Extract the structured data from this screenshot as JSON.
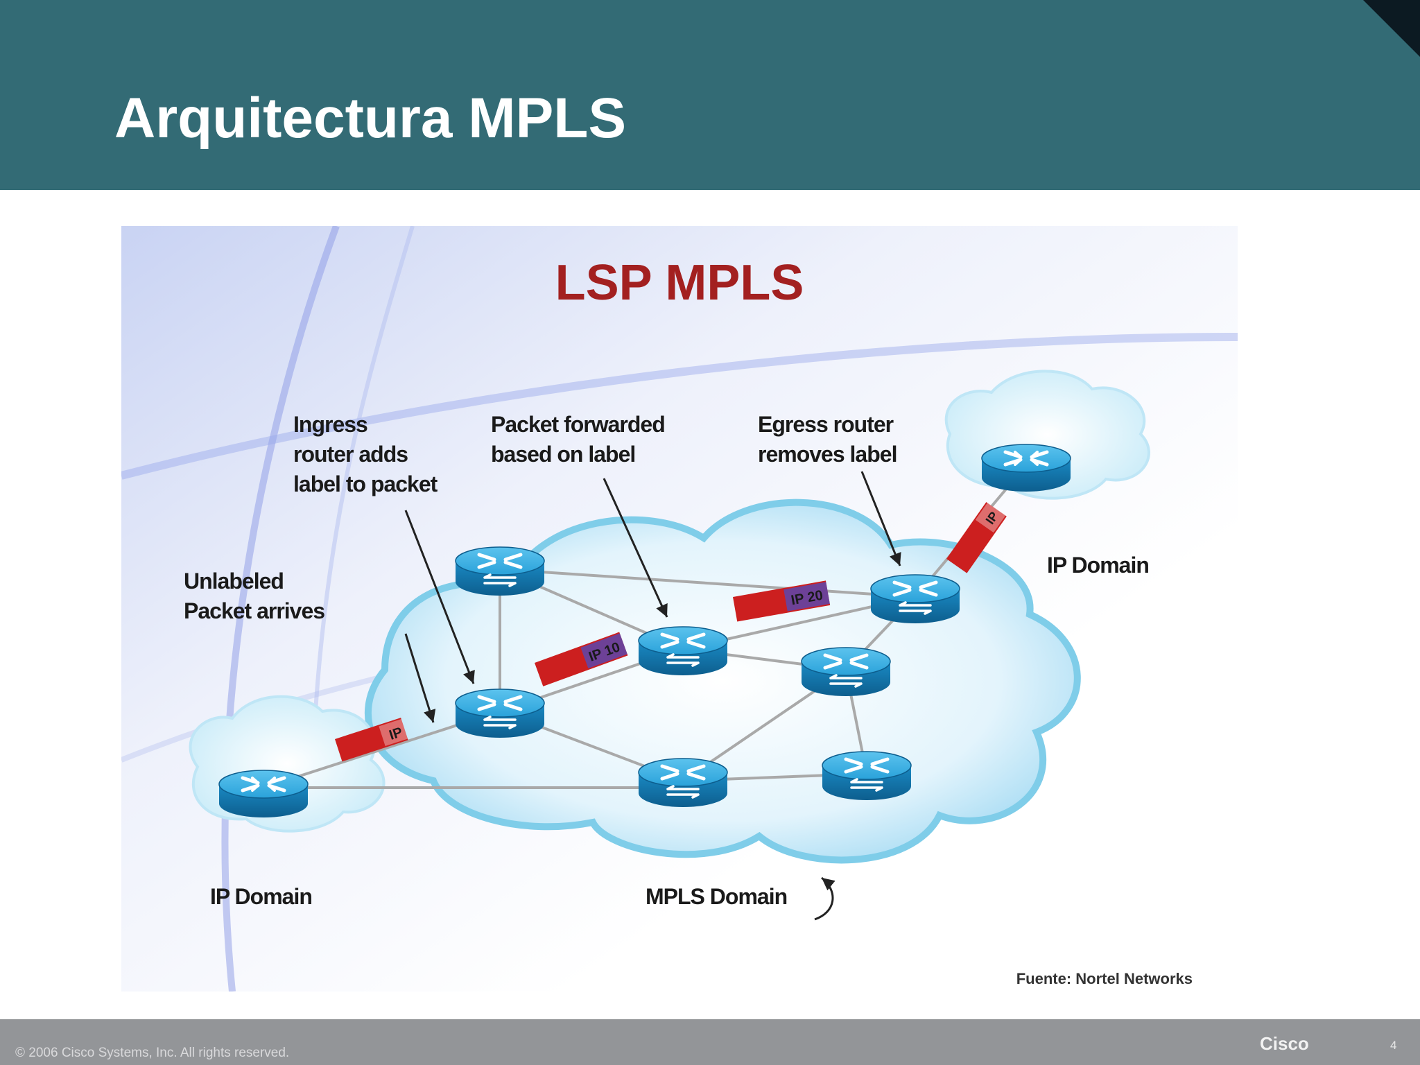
{
  "slide": {
    "title": "Arquitectura MPLS"
  },
  "diagram": {
    "title": "LSP MPLS",
    "labels": {
      "ingress": [
        "Ingress",
        "router adds",
        "label to packet"
      ],
      "forwarded": [
        "Packet forwarded",
        "based on label"
      ],
      "egress": [
        "Egress router",
        "removes label"
      ],
      "unlabeled": [
        "Unlabeled",
        "Packet arrives"
      ],
      "ip_domain_left": "IP Domain",
      "ip_domain_right": "IP Domain",
      "mpls_domain": "MPLS Domain",
      "source": "Fuente: Nortel Networks"
    },
    "packets": {
      "p1": "IP",
      "p2": "IP 10",
      "p3": "IP 20",
      "p4": "IP"
    },
    "colors": {
      "title": "#a32020",
      "packet": "#cc1f1f",
      "label_tag": "#3a3aa0",
      "router": "#1d8fc9",
      "cloud": "#8fd3f0"
    }
  },
  "footer": {
    "copyright": "© 2006 Cisco Systems, Inc. All rights reserved.",
    "brand": "Cisco",
    "page": "4"
  }
}
